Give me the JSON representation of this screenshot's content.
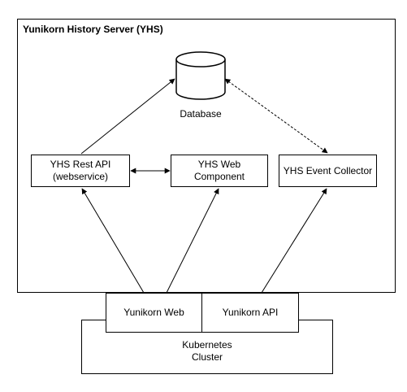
{
  "server": {
    "title": "Yunikorn History Server (YHS)"
  },
  "database": {
    "label": "Database"
  },
  "components": {
    "rest_api": "YHS Rest API\n(webservice)",
    "web_component": "YHS Web\nComponent",
    "event_collector": "YHS Event Collector"
  },
  "cluster": {
    "label": "Kubernetes\nCluster",
    "web": "Yunikorn Web",
    "api": "Yunikorn API"
  }
}
